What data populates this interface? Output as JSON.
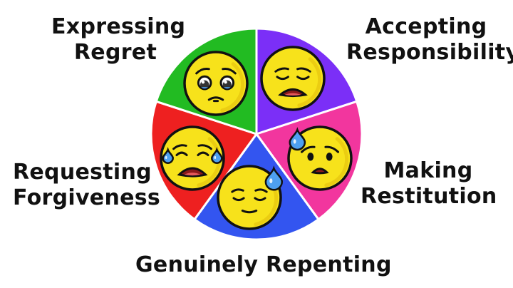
{
  "labels": {
    "expressing_regret": [
      "Expressing",
      "Regret"
    ],
    "accepting_responsibility": [
      "Accepting",
      "Responsibility"
    ],
    "requesting_forgiveness": [
      "Requesting",
      "Forgiveness"
    ],
    "making_restitution": [
      "Making",
      "Restitution"
    ],
    "genuinely_repenting": "Genuinely Repenting"
  },
  "segments": [
    {
      "key": "accepting_responsibility",
      "color": "#7B2FF7",
      "face": "anguished-face-icon"
    },
    {
      "key": "making_restitution",
      "color": "#F2369E",
      "face": "anxious-sweat-face-icon"
    },
    {
      "key": "genuinely_repenting",
      "color": "#3355F0",
      "face": "relieved-sweat-face-icon"
    },
    {
      "key": "requesting_forgiveness",
      "color": "#EE2020",
      "face": "crying-face-icon"
    },
    {
      "key": "expressing_regret",
      "color": "#22BB22",
      "face": "pleading-face-icon"
    }
  ],
  "colors": {
    "face_fill": "#F7E21B",
    "outline": "#111111",
    "tear": "#4EA0F0"
  }
}
